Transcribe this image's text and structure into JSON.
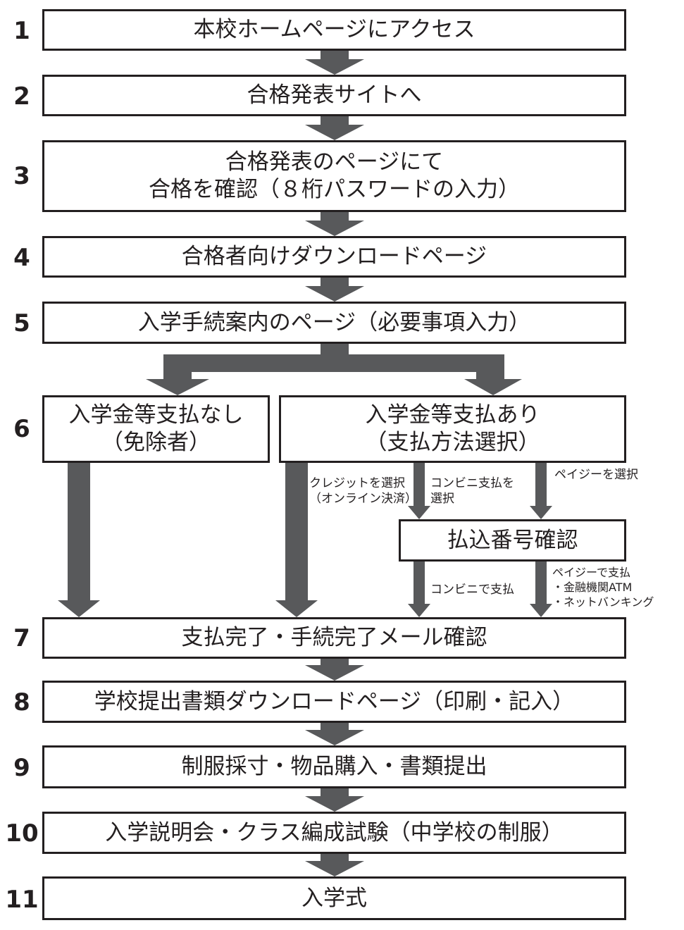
{
  "steps": [
    {
      "number": "1",
      "lines": [
        "本校ホームページにアクセス"
      ]
    },
    {
      "number": "2",
      "lines": [
        "合格発表サイトへ"
      ]
    },
    {
      "number": "3",
      "lines": [
        "合格発表のページにて",
        "合格を確認（８桁パスワードの入力）"
      ]
    },
    {
      "number": "4",
      "lines": [
        "合格者向けダウンロードページ"
      ]
    },
    {
      "number": "5",
      "lines": [
        "入学手続案内のページ（必要事項入力）"
      ]
    },
    {
      "number": "6",
      "exempt": [
        "入学金等支払なし",
        "（免除者）"
      ],
      "pay": [
        "入学金等支払あり",
        "（支払方法選択）"
      ]
    },
    {
      "number": "7",
      "lines": [
        "支払完了・手続完了メール確認"
      ]
    },
    {
      "number": "8",
      "lines": [
        "学校提出書類ダウンロードページ（印刷・記入）"
      ]
    },
    {
      "number": "9",
      "lines": [
        "制服採寸・物品購入・書類提出"
      ]
    },
    {
      "number": "10",
      "lines": [
        "入学説明会・クラス編成試験（中学校の制服）"
      ]
    },
    {
      "number": "11",
      "lines": [
        "入学式"
      ]
    }
  ],
  "payment_code_box": "払込番号確認",
  "branch_labels": {
    "credit": [
      "クレジットを選択",
      "（オンライン決済）"
    ],
    "konbini_select": [
      "コンビニ支払を",
      "選択"
    ],
    "payeasy_select": "ペイジーを選択",
    "konbini_pay": "コンビニで支払",
    "payeasy_pay": [
      "ペイジーで支払",
      "・金融機関ATM",
      "・ネットバンキング"
    ]
  },
  "colors": {
    "arrow": "#58595b",
    "border": "#231f20"
  }
}
